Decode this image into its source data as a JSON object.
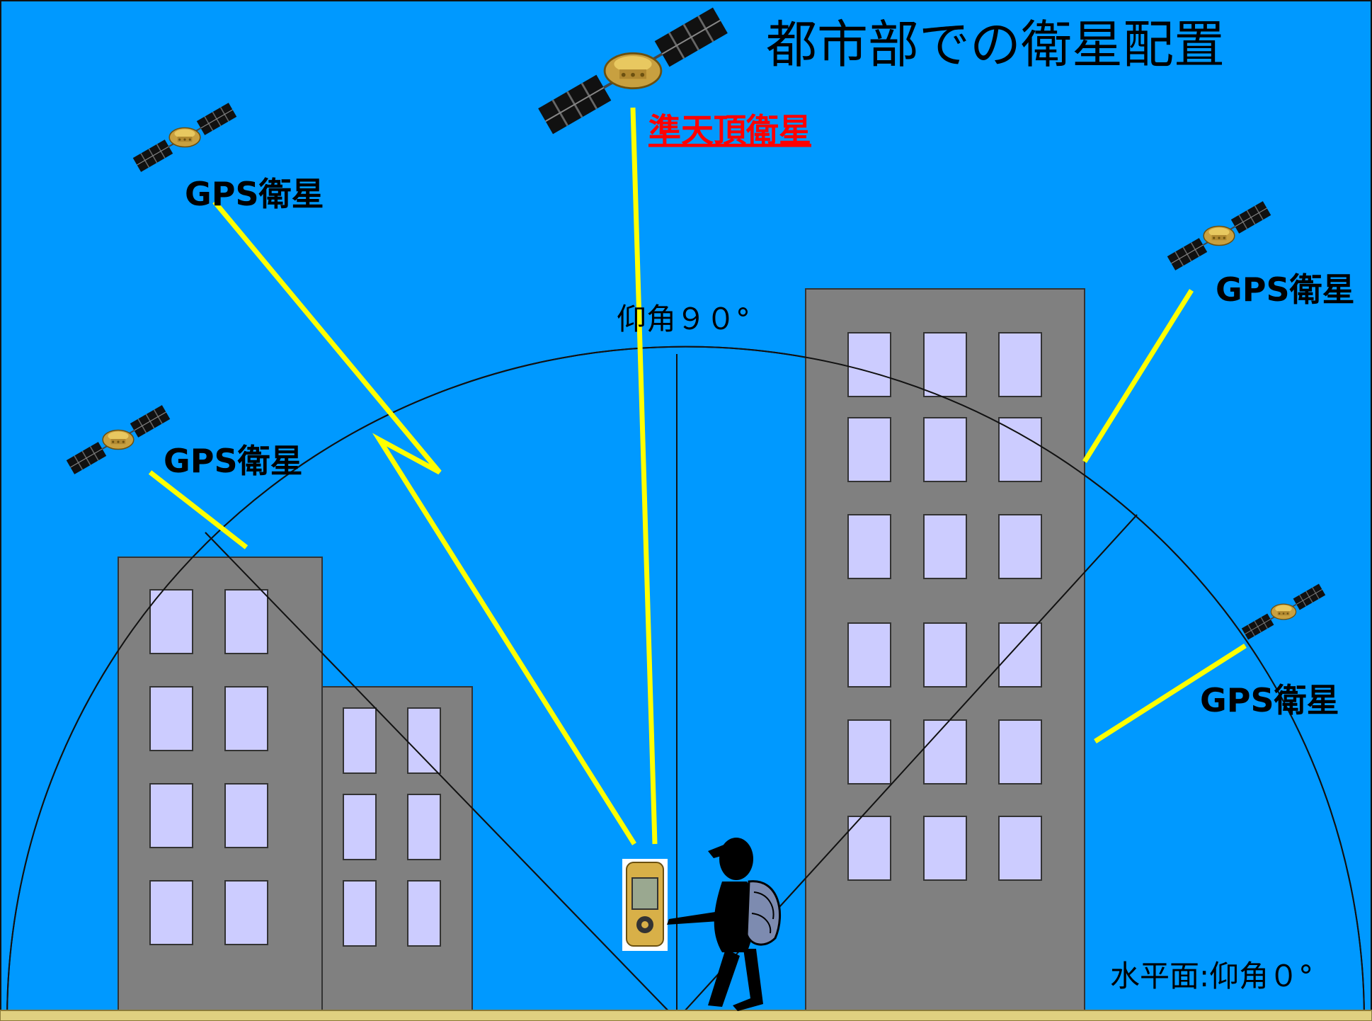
{
  "diagram": {
    "title": "都市部での衛星配置",
    "qzss_label": "準天頂衛星",
    "gps_label": "GPS衛星",
    "zenith_label": "仰角９０°",
    "horizon_label": "水平面:仰角０°"
  },
  "colors": {
    "sky": "#0099FF",
    "ground": "#E0D080",
    "building": "#808080",
    "window": "#CCCCFF",
    "signal": "#FFFF00",
    "qzss_text": "#FF0000"
  },
  "icons": {
    "satellite": "satellite-icon",
    "gps_receiver": "gps-receiver-icon",
    "person": "person-with-backpack-icon"
  }
}
